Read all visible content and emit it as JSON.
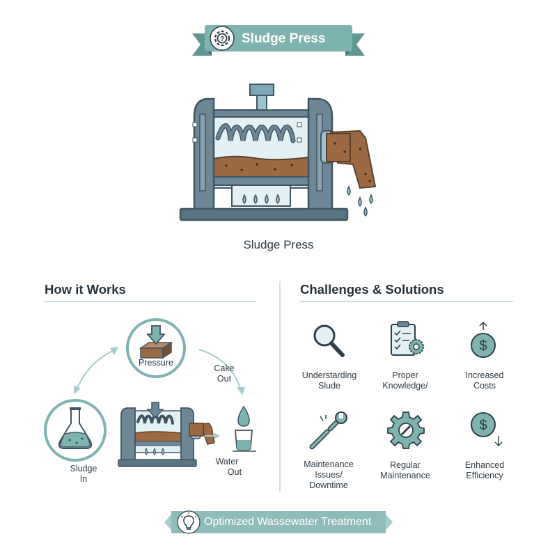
{
  "header": {
    "title": "Sludge Press"
  },
  "hero": {
    "caption": "Sludge Press"
  },
  "how_it_works": {
    "title": "How it Works",
    "pressure": "Pressure",
    "cake": [
      "Cake",
      "Out"
    ],
    "sludge": [
      "Sludge",
      "In"
    ],
    "water": [
      "Water",
      "Out"
    ]
  },
  "challenges": {
    "title": "Challenges & Solutions",
    "items": [
      {
        "lines": [
          "Understarding",
          "Slude"
        ],
        "icon": "magnifier-icon"
      },
      {
        "lines": [
          "Proper",
          "Knowledge/"
        ],
        "icon": "clipboard-checklist-icon"
      },
      {
        "lines": [
          "Increased",
          "Costs"
        ],
        "icon": "dollar-up-icon"
      },
      {
        "lines": [
          "Maintenance",
          "Issues/",
          "Downtime"
        ],
        "icon": "broken-wrench-icon"
      },
      {
        "lines": [
          "Regular",
          "Maintenance"
        ],
        "icon": "gear-wrench-icon"
      },
      {
        "lines": [
          "Enhanced",
          "Efficiency"
        ],
        "icon": "dollar-down-icon"
      }
    ]
  },
  "footer": {
    "title": "Optimized Wassewater Treatment"
  },
  "colors": {
    "teal": "#7fb3b0",
    "teal_dark": "#5e9794",
    "steel": "#6d8796",
    "steel_dark": "#3f5563",
    "sludge": "#9b6a45",
    "water": "#7fb3c9"
  }
}
